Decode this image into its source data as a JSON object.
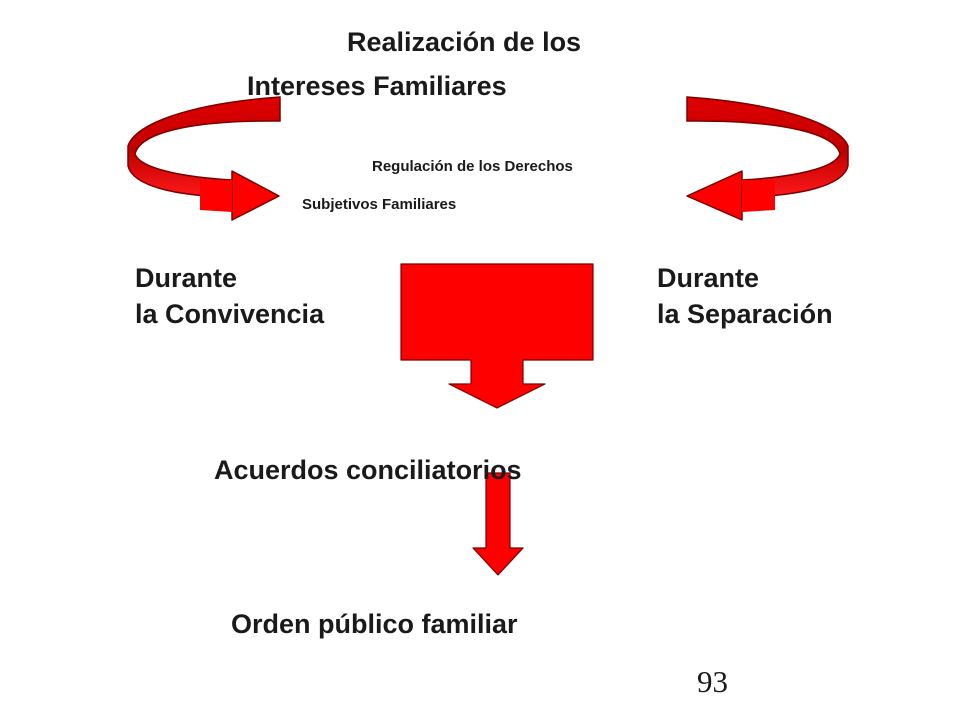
{
  "title": {
    "line1": "Realización de los",
    "line2": "Intereses Familiares"
  },
  "subtitle": {
    "line1": "Regulación de los Derechos",
    "line2": "Subjetivos Familiares"
  },
  "phases": {
    "left": {
      "line1": "Durante",
      "line2": "la Convivencia"
    },
    "right": {
      "line1": "Durante",
      "line2": "la Separación"
    }
  },
  "outcome": "Acuerdos conciliatorios",
  "result": "Orden público familiar",
  "page_number": "93",
  "colors": {
    "arrow_fill": "#ff0000",
    "arrow_dark": "#cc0000",
    "arrow_outline": "#7a0000",
    "text": "#1a1a1a",
    "background": "#ffffff"
  },
  "icons": {
    "left_curved_arrow": "curved-arrow-left-icon",
    "right_curved_arrow": "curved-arrow-right-icon",
    "center_down_arrow": "block-down-arrow-icon",
    "bottom_down_arrow": "down-arrow-icon"
  }
}
